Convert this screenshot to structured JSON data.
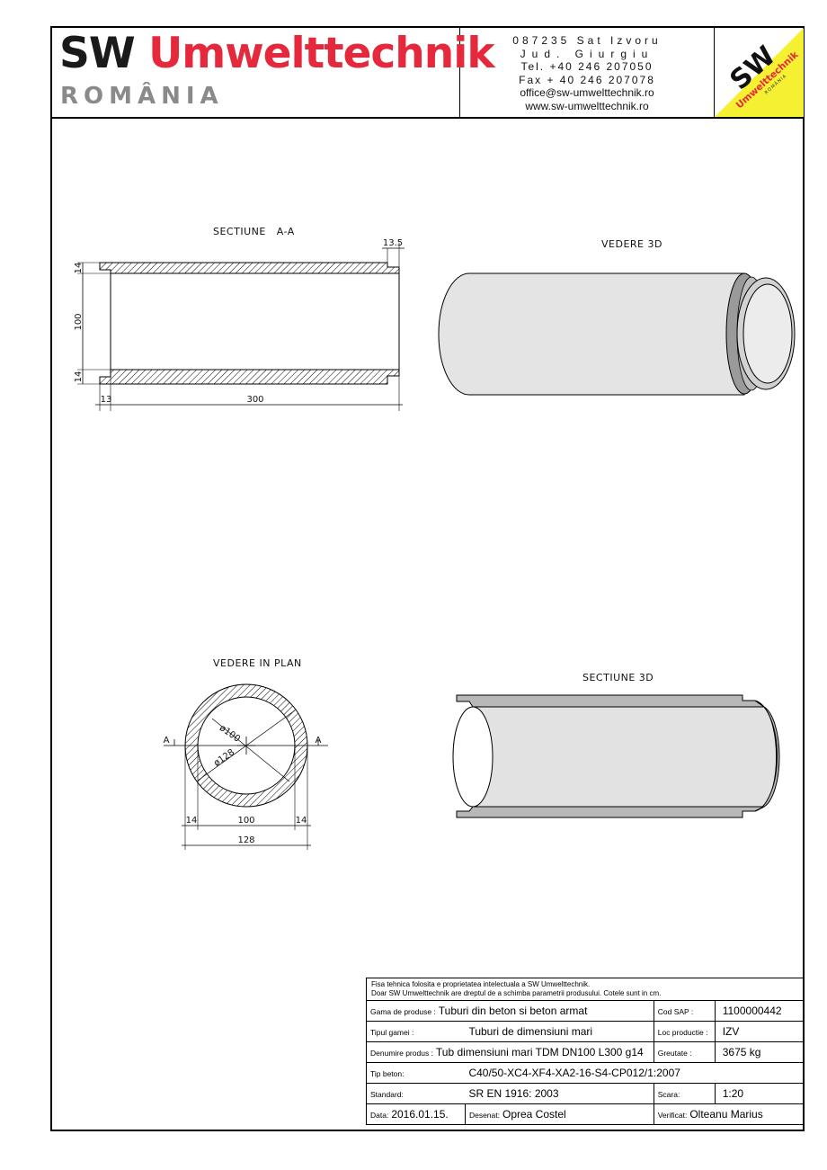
{
  "header": {
    "brand_sw": "SW",
    "brand_name": "Umwelttechnik",
    "brand_country": "ROMÂNIA",
    "address_line1": "087235 Sat Izvoru",
    "address_line2": "Jud. Giurgiu",
    "phone": "Tel. +40 246 207050",
    "fax": "Fax + 40 246 207078",
    "email": "office@sw-umwelttechnik.ro",
    "website": "www.sw-umwelttechnik.ro",
    "logo_text_big": "SW",
    "logo_text_name": "Umwelttechnik",
    "logo_text_country": "ROMÂNIA",
    "logo_color": "#f5f032",
    "brand_red": "#e5283b"
  },
  "drawings": {
    "section_aa": {
      "title": "SECTIUNE   A-A",
      "dim_top": "13.5",
      "dim_wall_top": "14",
      "dim_inner": "100",
      "dim_wall_bottom": "14",
      "dim_spigot": "13",
      "dim_length": "300"
    },
    "view_3d": {
      "title": "VEDERE 3D"
    },
    "plan_view": {
      "title": "VEDERE IN PLAN",
      "label_a_left": "A",
      "label_a_right": "A",
      "dia_inner": "ø100",
      "dia_outer": "ø128",
      "dim_wall_left": "14",
      "dim_inner": "100",
      "dim_wall_right": "14",
      "dim_outer": "128"
    },
    "section_3d": {
      "title": "SECTIUNE 3D"
    }
  },
  "title_block": {
    "note_line1": "Fisa tehnica folosita e proprietatea intelectuala a SW Umwelttechnik.",
    "note_line2": "Doar SW Umwelttechnik are dreptul de a schimba parametrii produsului. Cotele sunt in cm.",
    "gama_label": "Gama de produse :",
    "gama_value": "Tuburi din beton si beton armat",
    "cod_sap_label": "Cod SAP :",
    "cod_sap_value": "1100000442",
    "tip_gama_label": "Tipul gamei :",
    "tip_gama_value": "Tuburi de dimensiuni mari",
    "loc_label": "Loc productie :",
    "loc_value": "IZV",
    "denumire_label": "Denumire produs :",
    "denumire_value": "Tub dimensiuni mari TDM DN100 L300 g14",
    "greutate_label": "Greutate :",
    "greutate_value": "3675 kg",
    "tip_beton_label": "Tip beton:",
    "tip_beton_value": "C40/50-XC4-XF4-XA2-16-S4-CP012/1:2007",
    "standard_label": "Standard:",
    "standard_value": "SR EN 1916: 2003",
    "scara_label": "Scara:",
    "scara_value": "1:20",
    "data_label": "Data:",
    "data_value": "2016.01.15.",
    "desenat_label": "Desenat:",
    "desenat_value": "Oprea Costel",
    "verificat_label": "Verificat:",
    "verificat_value": "Olteanu Marius"
  }
}
